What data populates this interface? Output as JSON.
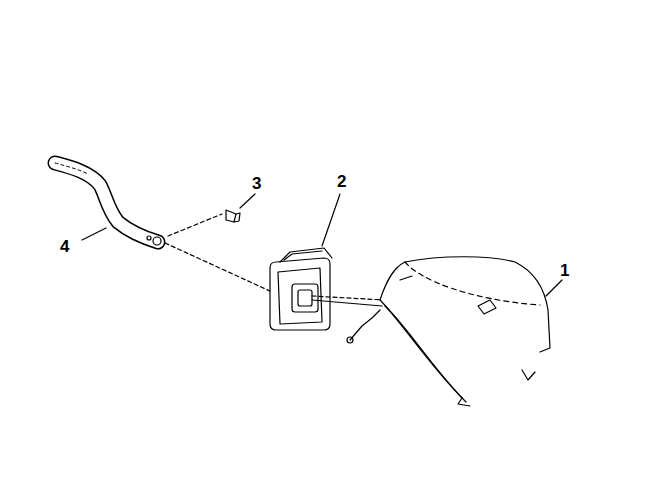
{
  "diagram": {
    "labels": [
      "3",
      "2",
      "4",
      "1"
    ]
  }
}
